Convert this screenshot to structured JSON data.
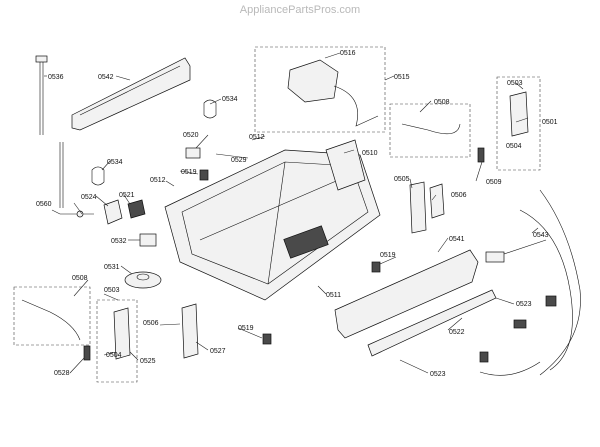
{
  "watermark": "AppliancePartsPros.com",
  "labels": {
    "l0536": "0536",
    "l0542": "0542",
    "l0534a": "0534",
    "l0516": "0516",
    "l0515": "0515",
    "l0503a": "0503",
    "l0501": "0501",
    "l0508a": "0508",
    "l0504a": "0504",
    "l0520": "0520",
    "l0512a": "0512",
    "l0529": "0529",
    "l0510": "0510",
    "l0534b": "0534",
    "l0519a": "0519",
    "l0512b": "0512",
    "l0505": "0505",
    "l0509": "0509",
    "l0506a": "0506",
    "l0524": "0524",
    "l0521": "0521",
    "l0560": "0560",
    "l0543": "0543",
    "l0532": "0532",
    "l0541": "0541",
    "l0519b": "0519",
    "l0531": "0531",
    "l0508b": "0508",
    "l0503b": "0503",
    "l0511": "0511",
    "l0523a": "0523",
    "l0506b": "0506",
    "l0519c": "0519",
    "l0527": "0527",
    "l0522": "0522",
    "l0504b": "0504",
    "l0525": "0525",
    "l0528": "0528",
    "l0523b": "0523"
  }
}
